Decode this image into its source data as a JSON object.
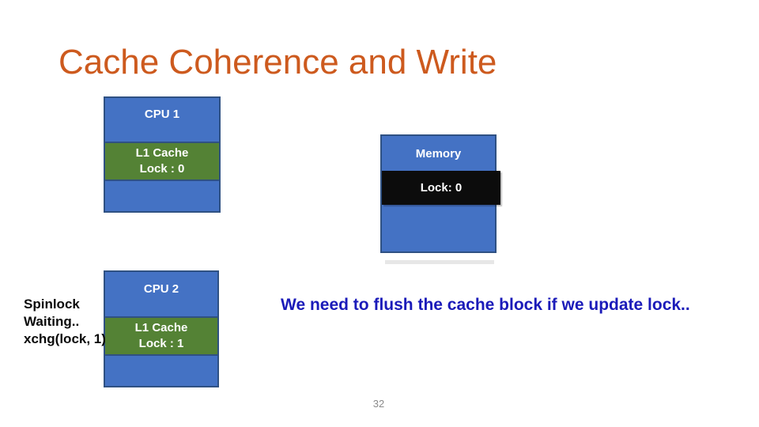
{
  "slide": {
    "title": "Cache Coherence and Write",
    "page_number": "32",
    "note_left": {
      "lines": [
        "Spinlock",
        "Waiting..",
        "xchg(lock, 1)"
      ]
    },
    "callout": "We need to flush the cache block if we update lock..",
    "boxes": {
      "cpu1": {
        "label": "CPU 1",
        "cache_title": "L1 Cache",
        "lock_value": "Lock : 0"
      },
      "memory": {
        "label": "Memory",
        "lock_value": "Lock: 0"
      },
      "cpu2": {
        "label": "CPU 2",
        "cache_title": "L1 Cache",
        "lock_value": "Lock : 1"
      }
    },
    "colors": {
      "title_orange": "#cd5a1e",
      "box_blue": "#4472c4",
      "box_border_navy": "#2f5183",
      "cache_green": "#548235",
      "lock_band_black": "#0c0c0c",
      "callout_blue": "#1b1bb9",
      "page_number_gray": "#8a8a8a",
      "background": "#ffffff"
    }
  }
}
